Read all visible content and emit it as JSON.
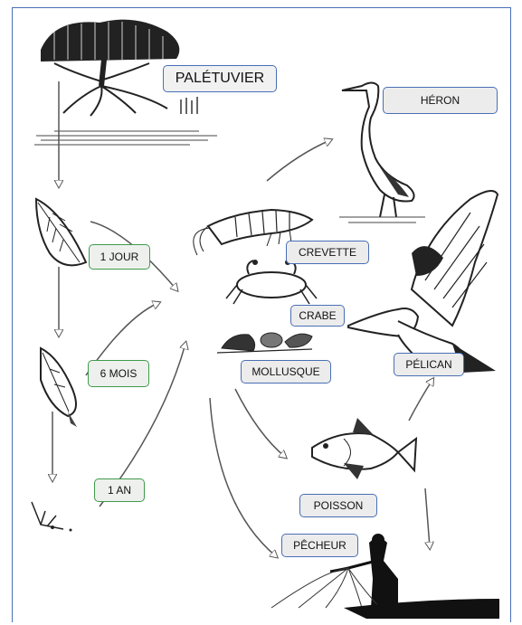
{
  "labels": {
    "paletuvier": "PALÉTUVIER",
    "heron": "HÉRON",
    "crevette": "CREVETTE",
    "crabe": "CRABE",
    "mollusque": "MOLLUSQUE",
    "pelican": "PÉLICAN",
    "poisson": "POISSON",
    "pecheur": "PÊCHEUR"
  },
  "durations": {
    "un_jour": "1 JOUR",
    "six_mois": "6 MOIS",
    "un_an": "1 AN"
  },
  "colors": {
    "frame_border": "#4a6fb5",
    "duration_border": "#3f9b4a",
    "label_fill": "#ececec"
  }
}
